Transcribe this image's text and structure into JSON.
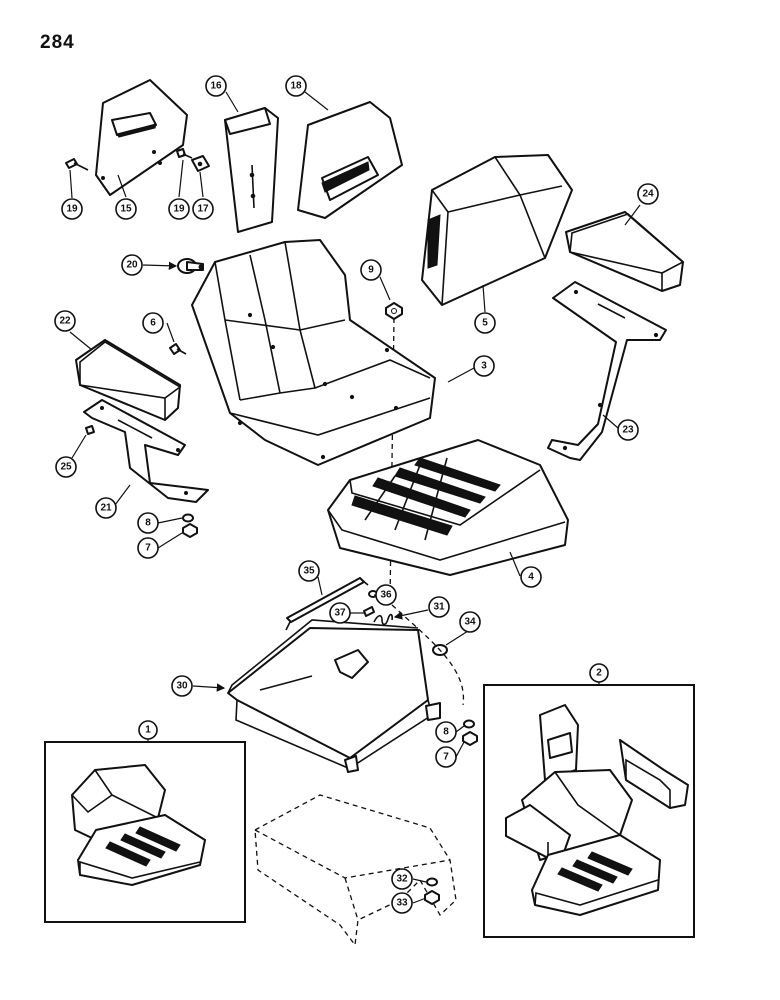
{
  "page": {
    "number": "284"
  },
  "callouts": {
    "c1": "1",
    "c2": "2",
    "c3": "3",
    "c4": "4",
    "c5": "5",
    "c6": "6",
    "c7a": "7",
    "c7b": "7",
    "c8a": "8",
    "c8b": "8",
    "c9": "9",
    "c15": "15",
    "c16": "16",
    "c17": "17",
    "c18": "18",
    "c19a": "19",
    "c19b": "19",
    "c20": "20",
    "c21": "21",
    "c22": "22",
    "c23": "23",
    "c24": "24",
    "c25": "25",
    "c30": "30",
    "c31": "31",
    "c32": "32",
    "c33": "33",
    "c34": "34",
    "c35": "35",
    "c36": "36",
    "c37": "37"
  }
}
